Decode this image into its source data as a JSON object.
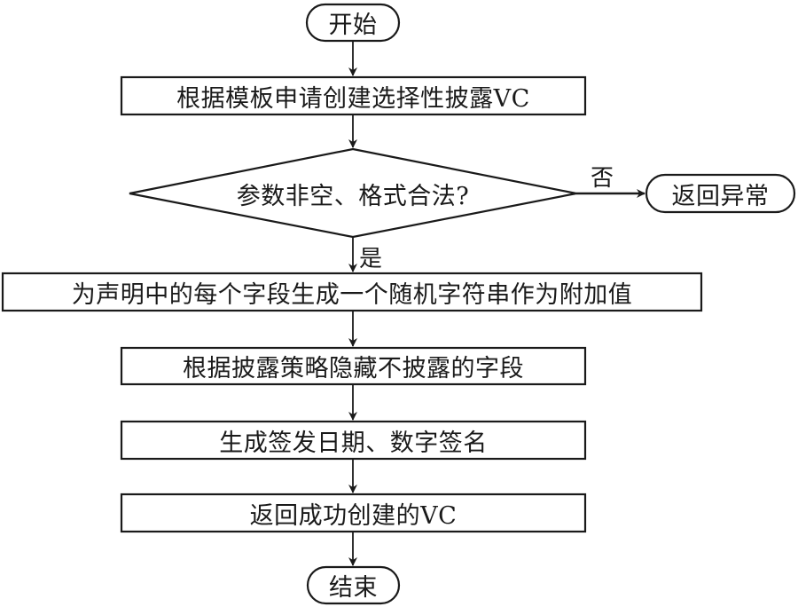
{
  "diagram": {
    "type": "flowchart",
    "nodes": {
      "start": {
        "kind": "terminal",
        "text": "开始"
      },
      "apply": {
        "kind": "process",
        "text": "根据模板申请创建选择性披露VC"
      },
      "check": {
        "kind": "decision",
        "text": "参数非空、格式合法?"
      },
      "error": {
        "kind": "terminal",
        "text": "返回异常"
      },
      "salt": {
        "kind": "process",
        "text": "为声明中的每个字段生成一个随机字符串作为附加值"
      },
      "hide": {
        "kind": "process",
        "text": "根据披露策略隐藏不披露的字段"
      },
      "sign": {
        "kind": "process",
        "text": "生成签发日期、数字签名"
      },
      "return": {
        "kind": "process",
        "text": "返回成功创建的VC"
      },
      "end": {
        "kind": "terminal",
        "text": "结束"
      }
    },
    "edges": [
      {
        "from": "start",
        "to": "apply",
        "label": ""
      },
      {
        "from": "apply",
        "to": "check",
        "label": ""
      },
      {
        "from": "check",
        "to": "error",
        "label": "否"
      },
      {
        "from": "check",
        "to": "salt",
        "label": "是"
      },
      {
        "from": "salt",
        "to": "hide",
        "label": ""
      },
      {
        "from": "hide",
        "to": "sign",
        "label": ""
      },
      {
        "from": "sign",
        "to": "return",
        "label": ""
      },
      {
        "from": "return",
        "to": "end",
        "label": ""
      }
    ],
    "edge_labels": {
      "no": "否",
      "yes": "是"
    }
  }
}
